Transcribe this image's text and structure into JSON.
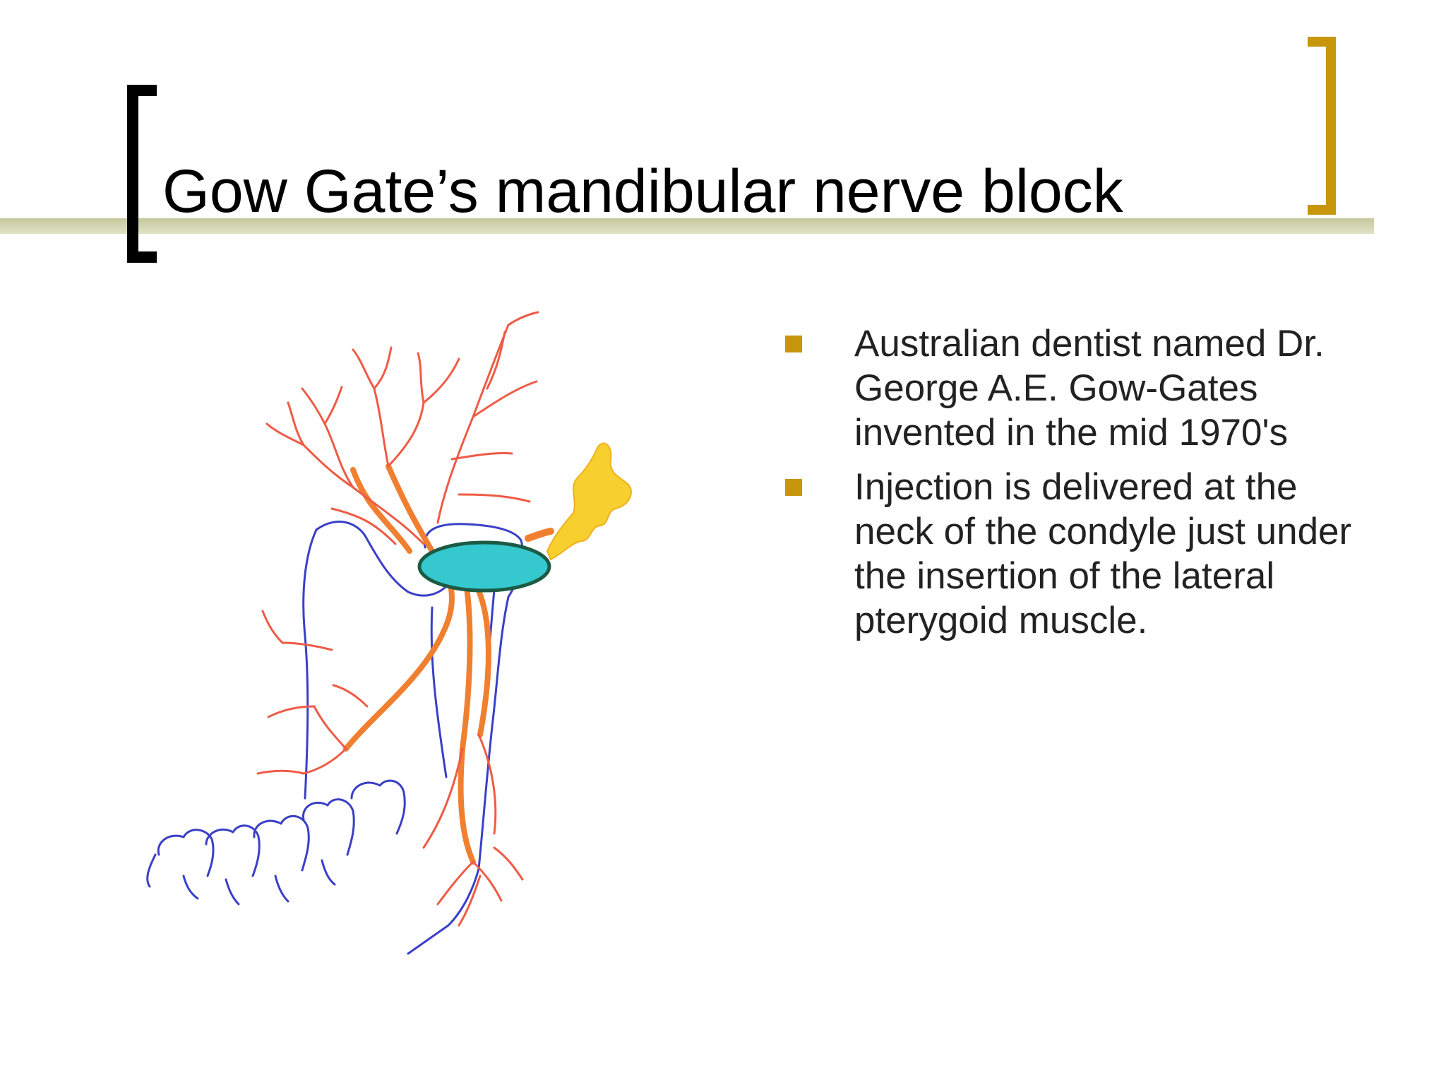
{
  "slide": {
    "title": "Gow Gate’s mandibular nerve block",
    "bullets": [
      "Australian dentist named Dr. George A.E. Gow-Gates invented in the mid 1970's",
      "Injection is delivered at the neck of the condyle just under the insertion of the lateral pterygoid muscle."
    ],
    "accent_color": "#c8960a",
    "rule_color": "#c5c99d"
  },
  "diagram": {
    "nerve_color": "#ee5a3a",
    "trunk_color": "#f08030",
    "bone_outline_color": "#3a3fc8",
    "gland_color": "#f7cf2e",
    "injection_site_color": "#35c8cf"
  }
}
